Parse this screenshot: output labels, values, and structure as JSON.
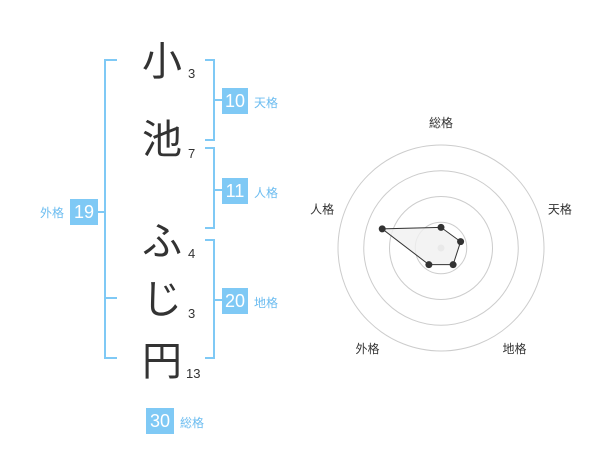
{
  "name": {
    "chars": [
      {
        "char": "小",
        "strokes": "3"
      },
      {
        "char": "池",
        "strokes": "7"
      },
      {
        "char": "ふ",
        "strokes": "4"
      },
      {
        "char": "じ",
        "strokes": "3"
      },
      {
        "char": "円",
        "strokes": "13"
      }
    ]
  },
  "fortunes": {
    "tenkaku": {
      "label": "天格",
      "value": "10"
    },
    "jinkaku": {
      "label": "人格",
      "value": "11"
    },
    "chikaku": {
      "label": "地格",
      "value": "20"
    },
    "gaikaku": {
      "label": "外格",
      "value": "19"
    },
    "soukaku": {
      "label": "総格",
      "value": "30"
    }
  },
  "chart_data": {
    "type": "radar",
    "axes": [
      "総格",
      "天格",
      "地格",
      "外格",
      "人格"
    ],
    "values": [
      0.2,
      0.2,
      0.2,
      0.2,
      0.6
    ],
    "rings": 4,
    "colors": {
      "fill": "#f0f0f0",
      "stroke": "#333333",
      "grid": "#cccccc",
      "center": "#cccccc"
    }
  }
}
